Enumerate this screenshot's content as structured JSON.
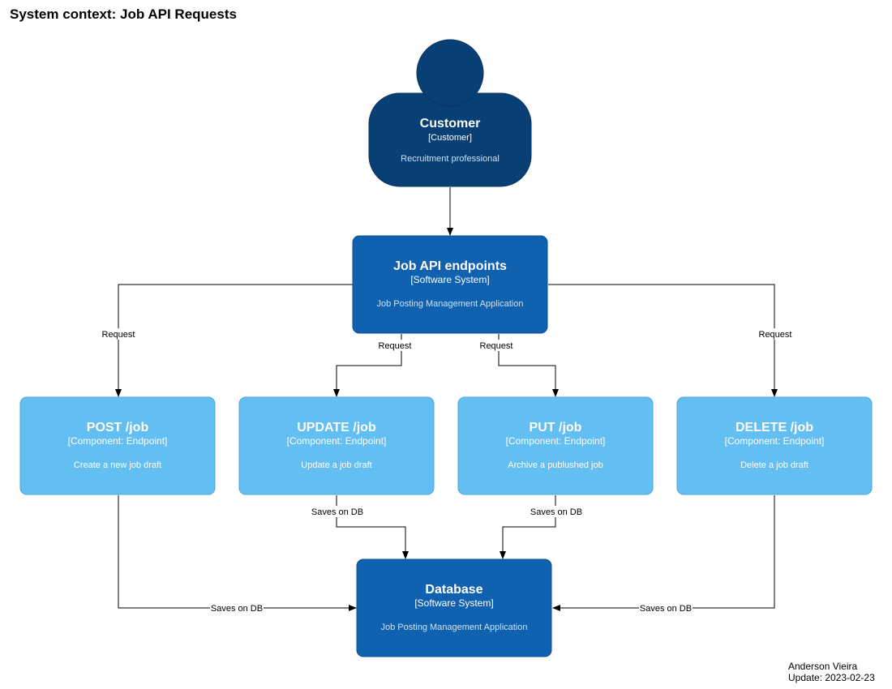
{
  "title": "System context: Job API Requests",
  "footer": {
    "author": "Anderson Vieira",
    "updated": "Update: 2023-02-23"
  },
  "colors": {
    "person": "#083f75",
    "system": "#1061b0",
    "component": "#63bef2",
    "edge": "#000000"
  },
  "nodes": {
    "customer": {
      "name": "Customer",
      "type": "[Customer]",
      "description": "Recruitment professional"
    },
    "api": {
      "name": "Job API endpoints",
      "type": "[Software System]",
      "description": "Job Posting Management Application"
    },
    "post": {
      "name": "POST /job",
      "type": "[Component: Endpoint]",
      "description": "Create a new job draft"
    },
    "update": {
      "name": "UPDATE /job",
      "type": "[Component: Endpoint]",
      "description": "Update a job draft"
    },
    "put": {
      "name": "PUT /job",
      "type": "[Component: Endpoint]",
      "description": "Archive a publushed job"
    },
    "delete": {
      "name": "DELETE /job",
      "type": "[Component: Endpoint]",
      "description": "Delete a job draft"
    },
    "database": {
      "name": "Database",
      "type": "[Software System]",
      "description": "Job Posting Management Application"
    }
  },
  "edges": {
    "customer_api": "",
    "api_post": "Request",
    "api_update": "Request",
    "api_put": "Request",
    "api_delete": "Request",
    "update_db": "Saves on DB",
    "put_db": "Saves on DB",
    "post_db": "Saves on DB",
    "delete_db": "Saves on DB"
  }
}
